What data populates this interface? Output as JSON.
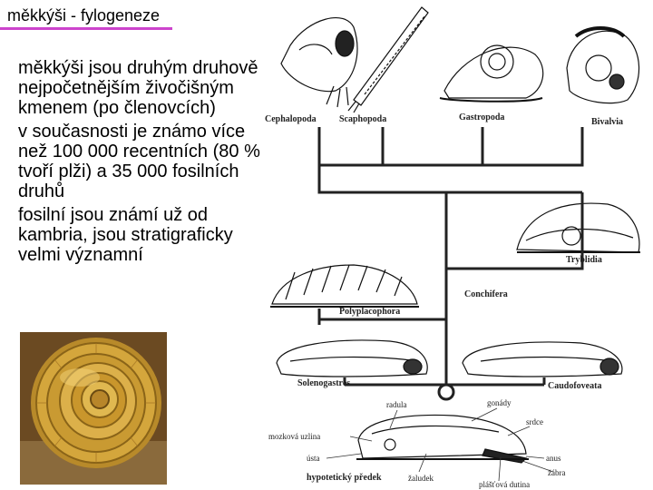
{
  "slide": {
    "title": "měkkýši - fylogeneze",
    "accent_color": "#cc44cc",
    "bullets": [
      "měkkýši jsou druhým druhově nejpočetnějším živočišným kmenem (po členovcích)",
      "v současnosti je známo více než 100 000 recentních (80 % tvoří plži) a 35 000 fosilních druhů",
      "fosilní jsou známí už od kambria, jsou stratigraficky velmi významní"
    ]
  },
  "figure": {
    "taxa": {
      "cephalopoda": "Cephalopoda",
      "scaphopoda": "Scaphopoda",
      "gastropoda": "Gastropoda",
      "bivalvia": "Bivalvia",
      "tryblidia": "Tryblidia",
      "conchifera": "Conchifera",
      "polyplacophora": "Polyplacophora",
      "solenogastres": "Solenogastres",
      "caudofoveata": "Caudofoveata",
      "ancestor": "hypotetický předek"
    },
    "anatomy": {
      "radula": "radula",
      "gonady": "gonády",
      "srdce": "srdce",
      "mozkova_uzlina": "mozková uzlina",
      "anus": "anus",
      "usta": "ústa",
      "zabra": "žábra",
      "zaludek": "žaludek",
      "plastova_dutina": "plášťová dutina"
    }
  }
}
